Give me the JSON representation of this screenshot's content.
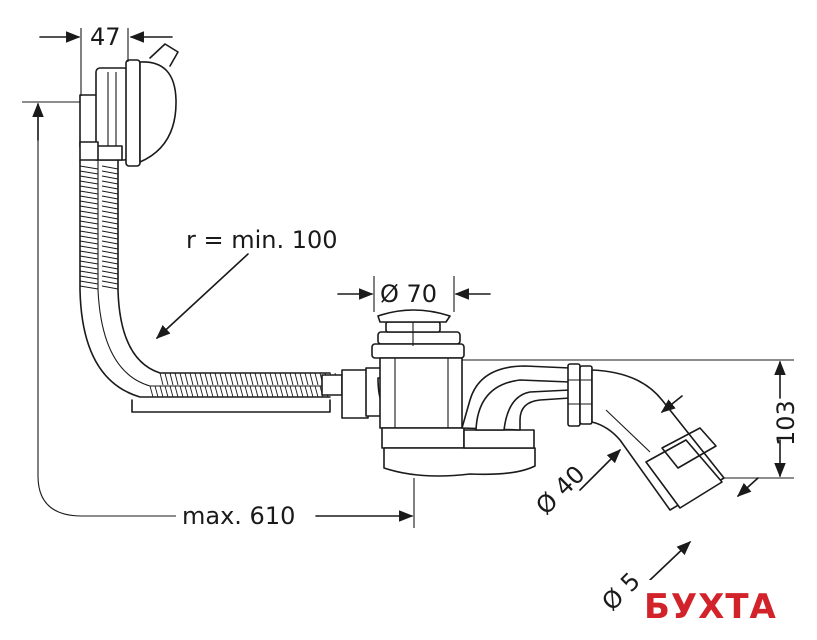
{
  "dimensions": {
    "overflow_width": "47",
    "bend_radius": "r = min. 100",
    "outlet_diameter": "Ø 70",
    "trap_height": "103",
    "pipe_diameter_small": "Ø 40",
    "pipe_diameter_large": "Ø 5",
    "max_length": "max. 610"
  },
  "watermark": {
    "text": "БУХТА",
    "color": "#d2232a"
  }
}
